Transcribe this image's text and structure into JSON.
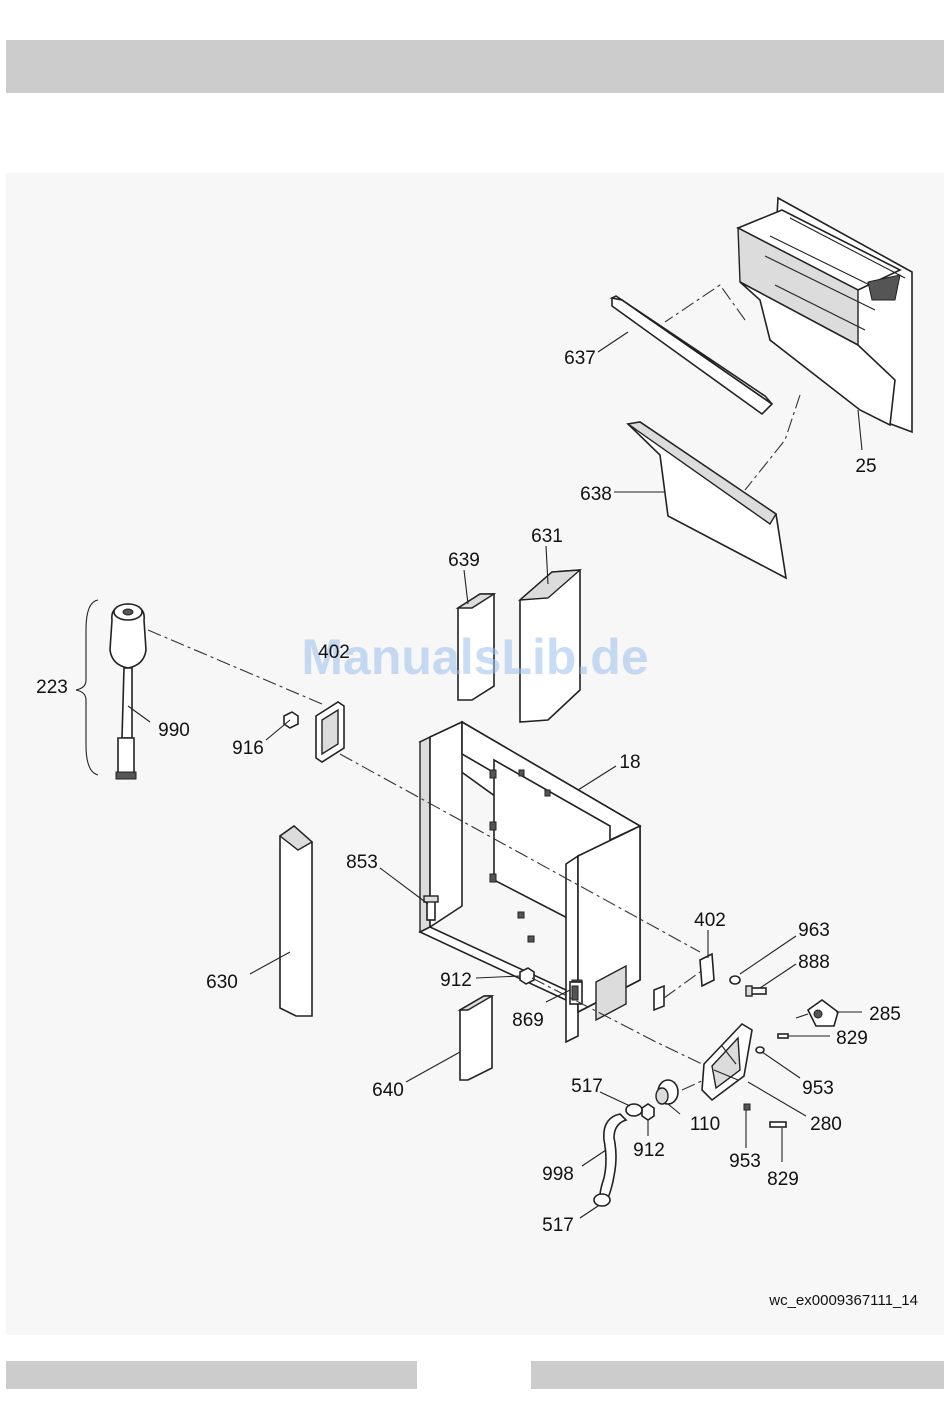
{
  "labels": {
    "p637": "637",
    "p25": "25",
    "p638": "638",
    "p639": "639",
    "p631": "631",
    "p223": "223",
    "p990": "990",
    "p402_top": "402",
    "p916": "916",
    "p18": "18",
    "p853": "853",
    "p402_right": "402",
    "p963": "963",
    "p888": "888",
    "p630": "630",
    "p912_mid": "912",
    "p869": "869",
    "p285": "285",
    "p829_upper": "829",
    "p640": "640",
    "p953_upper": "953",
    "p517_top": "517",
    "p110": "110",
    "p280": "280",
    "p912_low": "912",
    "p953_low": "953",
    "p998": "998",
    "p829_low": "829",
    "p517_low": "517"
  },
  "drawing_ref": "wc_ex0009367111_14",
  "watermark": "ManualsLib.de",
  "colors": {
    "header_bar": "#cccccc",
    "panel": "#f7f7f7",
    "watermark": "#9cc0ee"
  }
}
